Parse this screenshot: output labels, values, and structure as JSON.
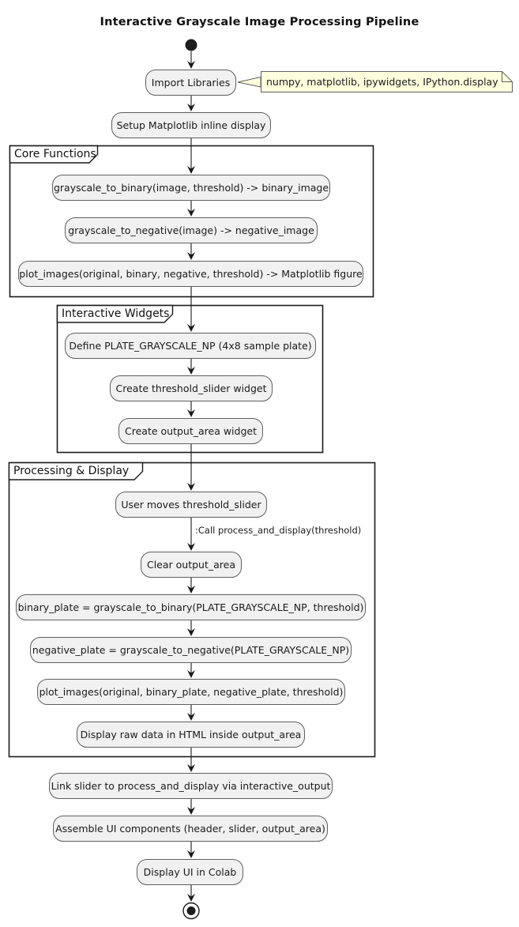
{
  "title": "Interactive Grayscale Image Processing Pipeline",
  "diagram_type": "activity-flowchart",
  "colors": {
    "background": "#FFFFFF",
    "activity_fill": "#F1F1F1",
    "activity_border": "#5F5F5F",
    "partition_border": "#1A1A1A",
    "note_fill": "#FEFFDD",
    "flow_line": "#1A1A1A",
    "text": "#1A1A1A"
  },
  "note": {
    "text": "numpy, matplotlib, ipywidgets, IPython.display"
  },
  "edge_label": ":Call process_and_display(threshold)",
  "partitions": [
    {
      "label": "Core Functions"
    },
    {
      "label": "Interactive Widgets"
    },
    {
      "label": "Processing & Display"
    }
  ],
  "nodes": [
    {
      "label": "Import Libraries"
    },
    {
      "label": "Setup Matplotlib inline display"
    },
    {
      "label": "grayscale_to_binary(image, threshold) -> binary_image"
    },
    {
      "label": "grayscale_to_negative(image) -> negative_image"
    },
    {
      "label": "plot_images(original, binary, negative, threshold) -> Matplotlib figure"
    },
    {
      "label": "Define PLATE_GRAYSCALE_NP (4x8 sample plate)"
    },
    {
      "label": "Create threshold_slider widget"
    },
    {
      "label": "Create output_area widget"
    },
    {
      "label": "User moves threshold_slider"
    },
    {
      "label": "Clear output_area"
    },
    {
      "label": "binary_plate = grayscale_to_binary(PLATE_GRAYSCALE_NP, threshold)"
    },
    {
      "label": "negative_plate = grayscale_to_negative(PLATE_GRAYSCALE_NP)"
    },
    {
      "label": "plot_images(original, binary_plate, negative_plate, threshold)"
    },
    {
      "label": "Display raw data in HTML inside output_area"
    },
    {
      "label": "Link slider to process_and_display via interactive_output"
    },
    {
      "label": "Assemble UI components (header, slider, output_area)"
    },
    {
      "label": "Display UI in Colab"
    }
  ],
  "terminators": {
    "start": "start",
    "end": "end"
  }
}
